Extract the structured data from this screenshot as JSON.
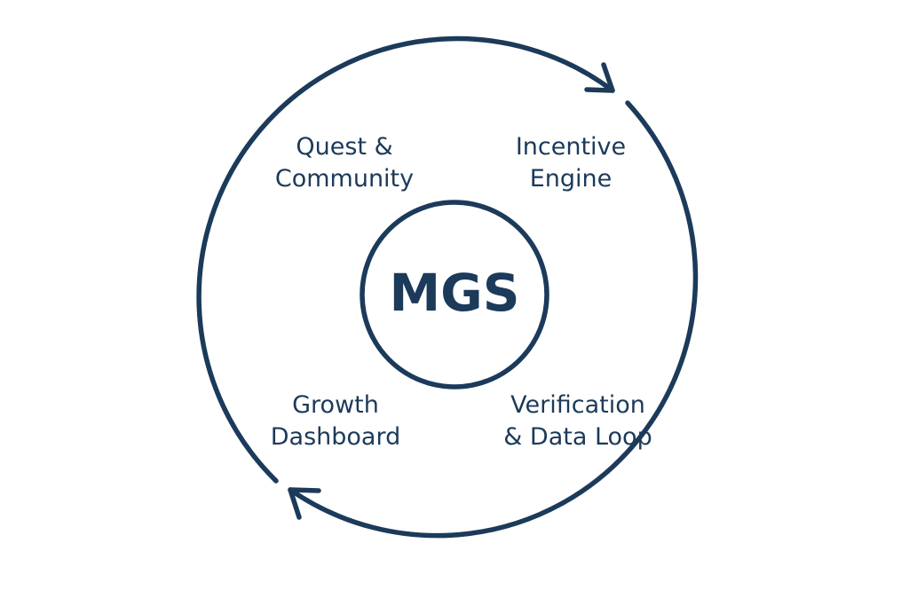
{
  "center": {
    "label": "MGS"
  },
  "segments": [
    {
      "line1": "Quest &",
      "line2": "Community"
    },
    {
      "line1": "Incentive",
      "line2": "Engine"
    },
    {
      "line1": "Growth",
      "line2": "Dashboard"
    },
    {
      "line1": "Verification",
      "line2": "& Data Loop"
    }
  ],
  "colors": {
    "stroke": "#1c3a5a",
    "background": "#ffffff"
  }
}
